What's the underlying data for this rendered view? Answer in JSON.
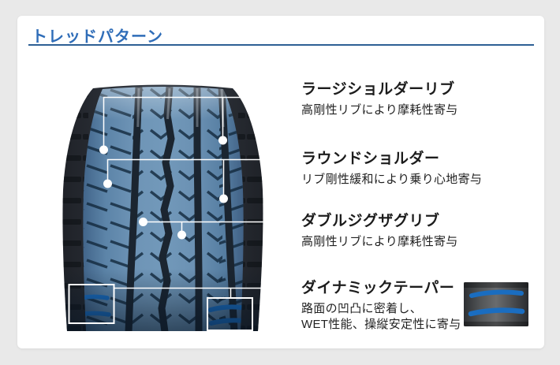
{
  "header": {
    "title": "トレッドパターン",
    "title_color": "#2f6db8",
    "underline_color": "#2d5f94"
  },
  "features": [
    {
      "id": "large-shoulder-rib",
      "title": "ラージショルダーリブ",
      "desc_lines": [
        "高剛性リブにより摩耗性寄与"
      ]
    },
    {
      "id": "round-shoulder",
      "title": "ラウンドショルダー",
      "desc_lines": [
        "リブ剛性緩和により乗り心地寄与"
      ]
    },
    {
      "id": "double-zigzag-rib",
      "title": "ダブルジグザグリブ",
      "desc_lines": [
        "高剛性リブにより摩耗性寄与"
      ]
    },
    {
      "id": "dynamic-taper",
      "title": "ダイナミックテーパー",
      "desc_lines": [
        "路面の凹凸に密着し、",
        "WET性能、操縦安定性に寄与"
      ]
    }
  ],
  "figure": {
    "subject": "タイヤ トレッドパターン正面画像",
    "thumbnail_subject": "ダイナミックテーパー拡大画像",
    "colors": {
      "tread_blue": "#6e94b6",
      "groove_dark": "#1b2530",
      "sidewall_gray": "#2a2e35",
      "taper_accent_blue": "#1a6dc0",
      "callout_white": "#ffffff"
    }
  }
}
